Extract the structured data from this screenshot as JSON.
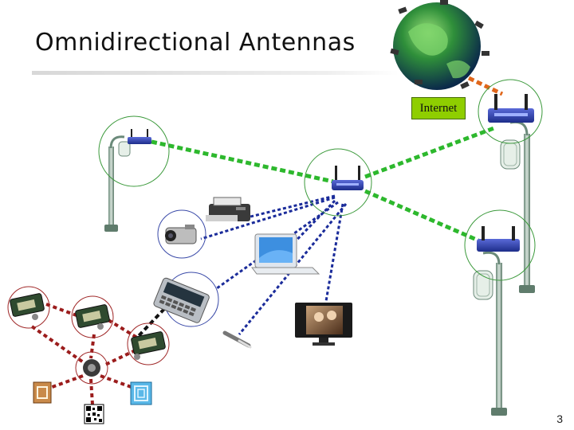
{
  "slide": {
    "title": "Omnidirectional Antennas",
    "internet_label": "Internet",
    "page_number": "3"
  },
  "colors": {
    "mesh_link": "#2db82d",
    "client_link": "#1a2b9a",
    "sensor_link": "#9b1c1c",
    "uplink": "#e0661a",
    "node_circle_green": "#3c9a3c",
    "node_circle_red": "#a02828",
    "node_circle_blue": "#3a4aa8",
    "internet_bg": "#8fce00"
  }
}
